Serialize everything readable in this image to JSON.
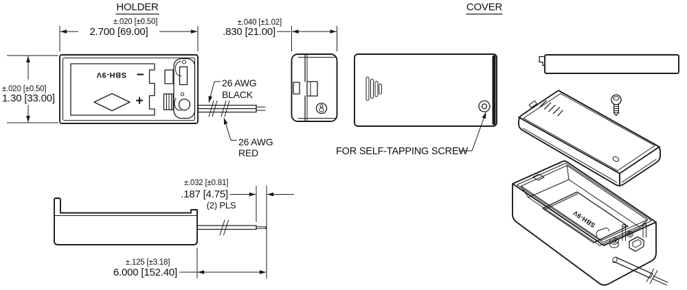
{
  "meta": {
    "background": "#ffffff",
    "ink": "#1a1a1a"
  },
  "titles": {
    "holder": "HOLDER",
    "cover": "COVER"
  },
  "holder_front": {
    "battery_model": "SBH-9V",
    "minus": "−",
    "plus": "+"
  },
  "dim_width": {
    "tol": "±.020 [±0.50]",
    "value": "2.700 [69.00]"
  },
  "dim_height": {
    "tol": "±.020 [±0.50]",
    "value": "1.30 [33.00]"
  },
  "dim_depth": {
    "tol": "±.040 [±1.02]",
    "value": ".830 [21.00]"
  },
  "dim_strip": {
    "tol": "±.032 [±0.81]",
    "value": ".187 [4.75]",
    "note": "(2) PLS"
  },
  "dim_lead": {
    "tol": "±.125 [±3.18]",
    "value": "6.000 [152.40]"
  },
  "wires": {
    "black_gauge": "26 AWG",
    "black_color": "BLACK",
    "red_gauge": "26 AWG",
    "red_color": "RED"
  },
  "cover": {
    "screw_note": "FOR SELF-TAPPING SCREW"
  },
  "iso": {
    "battery_model": "SBH-9V"
  }
}
